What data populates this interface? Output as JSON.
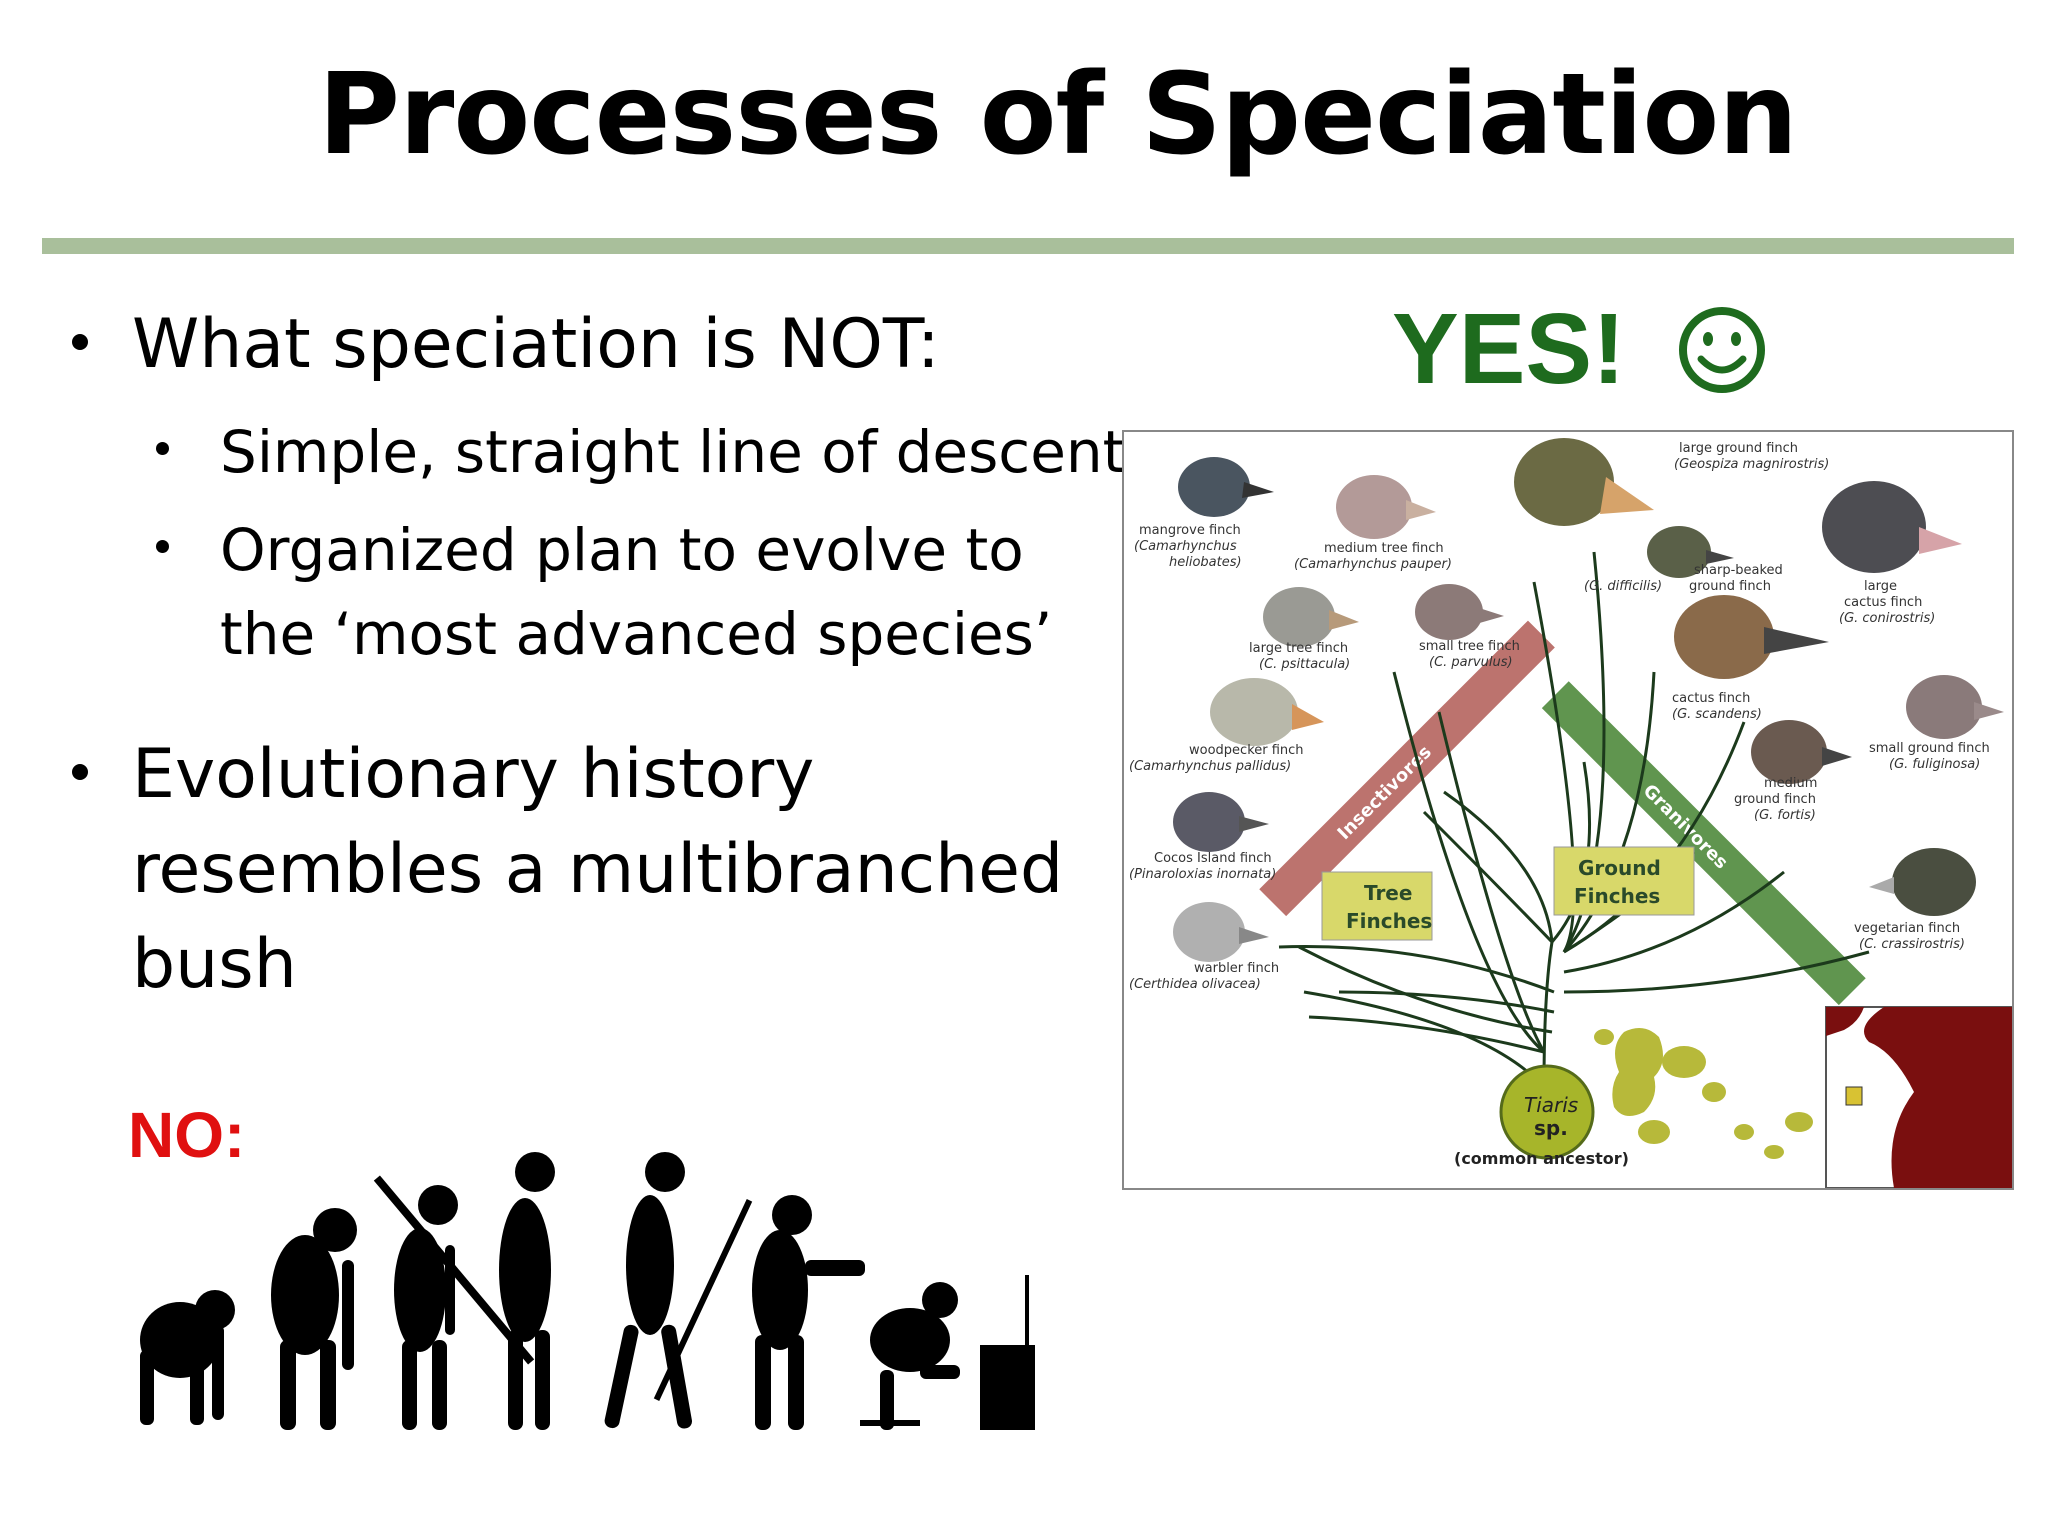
{
  "slide": {
    "title": "Processes of Speciation",
    "yes_label": "YES!",
    "no_label": "NO:",
    "smiley_icon": "smiley-face-icon",
    "accent_green": "#1e6b1e",
    "accent_red": "#e01010",
    "rule_color": "#a9bf9b"
  },
  "bullets": [
    {
      "text": "What speciation is NOT:"
    },
    {
      "text": "Simple, straight line of descent"
    },
    {
      "lines": [
        "Organized plan to evolve to",
        "the ‘most advanced species’"
      ]
    },
    {
      "lines": [
        "Evolutionary history",
        "resembles a multibranched",
        "bush"
      ]
    }
  ],
  "finch_diagram": {
    "labels": {
      "large_ground": [
        "large ground finch",
        "(Geospiza magnirostris)"
      ],
      "mangrove": [
        "mangrove finch",
        "(Camarhynchus",
        "heliobates)"
      ],
      "medium_tree": [
        "medium tree finch",
        "(Camarhynchus pauper)"
      ],
      "sharp_beaked": [
        "sharp-beaked",
        "ground finch"
      ],
      "difficilis": "(G. difficilis)",
      "large_cactus": [
        "large",
        "cactus finch",
        "(G. conirostris)"
      ],
      "large_tree": [
        "large tree finch",
        "(C. psittacula)"
      ],
      "small_tree": [
        "small tree finch",
        "(C. parvulus)"
      ],
      "cactus": [
        "cactus finch",
        "(G. scandens)"
      ],
      "woodpecker": [
        "woodpecker finch",
        "(Camarhynchus pallidus)"
      ],
      "small_ground": [
        "small ground finch",
        "(G. fuliginosa)"
      ],
      "medium_ground": [
        "medium",
        "ground finch",
        "(G. fortis)"
      ],
      "cocos": [
        "Cocos Island finch",
        "(Pinaroloxias inornata)"
      ],
      "vegetarian": [
        "vegetarian finch",
        "(C. crassirostris)"
      ],
      "warbler": [
        "warbler finch",
        "(Certhidea olivacea)"
      ],
      "insectivores": "Insectivores",
      "granivores": "Granivores",
      "tree_finches": [
        "Tree",
        "Finches"
      ],
      "ground_finches": [
        "Ground",
        "Finches"
      ],
      "ancestor": [
        "Tiaris",
        "sp.",
        "(common ancestor)"
      ]
    }
  }
}
